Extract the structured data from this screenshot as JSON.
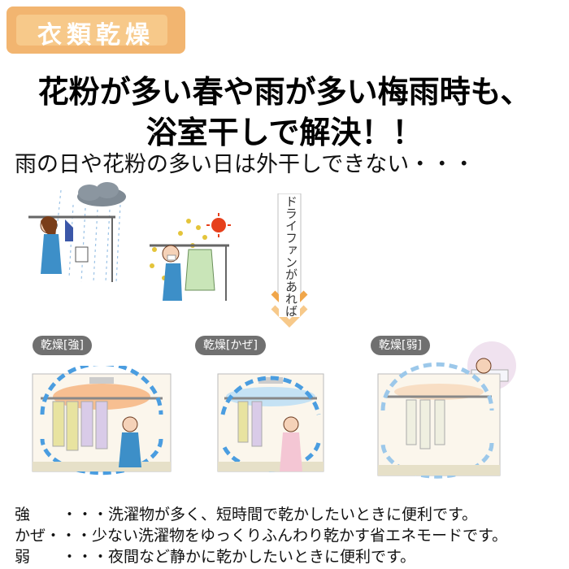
{
  "tag": {
    "text": "衣類乾燥"
  },
  "headline": {
    "line1": "花粉が多い春や雨が多い梅雨時も、",
    "line2": "浴室干しで解決！！"
  },
  "subhead": "雨の日や花粉の多い日は外干しできない・・・",
  "arrow_text": "ドライファンがあれば",
  "modes": [
    {
      "label": "乾燥[強]"
    },
    {
      "label": "乾燥[かぜ]"
    },
    {
      "label": "乾燥[弱]"
    }
  ],
  "descriptions": [
    {
      "key": "強",
      "sep": "・・・",
      "text": "洗濯物が多く、短時間で乾かしたいときに便利です。"
    },
    {
      "key": "かぜ",
      "sep": "・・・",
      "text": "少ない洗濯物をゆっくりふんわり乾かす省エネモードです。"
    },
    {
      "key": "弱",
      "sep": "・・・",
      "text": "夜間など静かに乾かしたいときに便利です。"
    }
  ],
  "colors": {
    "tag": "#f2b570",
    "arrow": "#f0a64a",
    "label_bg": "#707070",
    "airflow": "#4a9de0",
    "warm": "#f2a050"
  }
}
